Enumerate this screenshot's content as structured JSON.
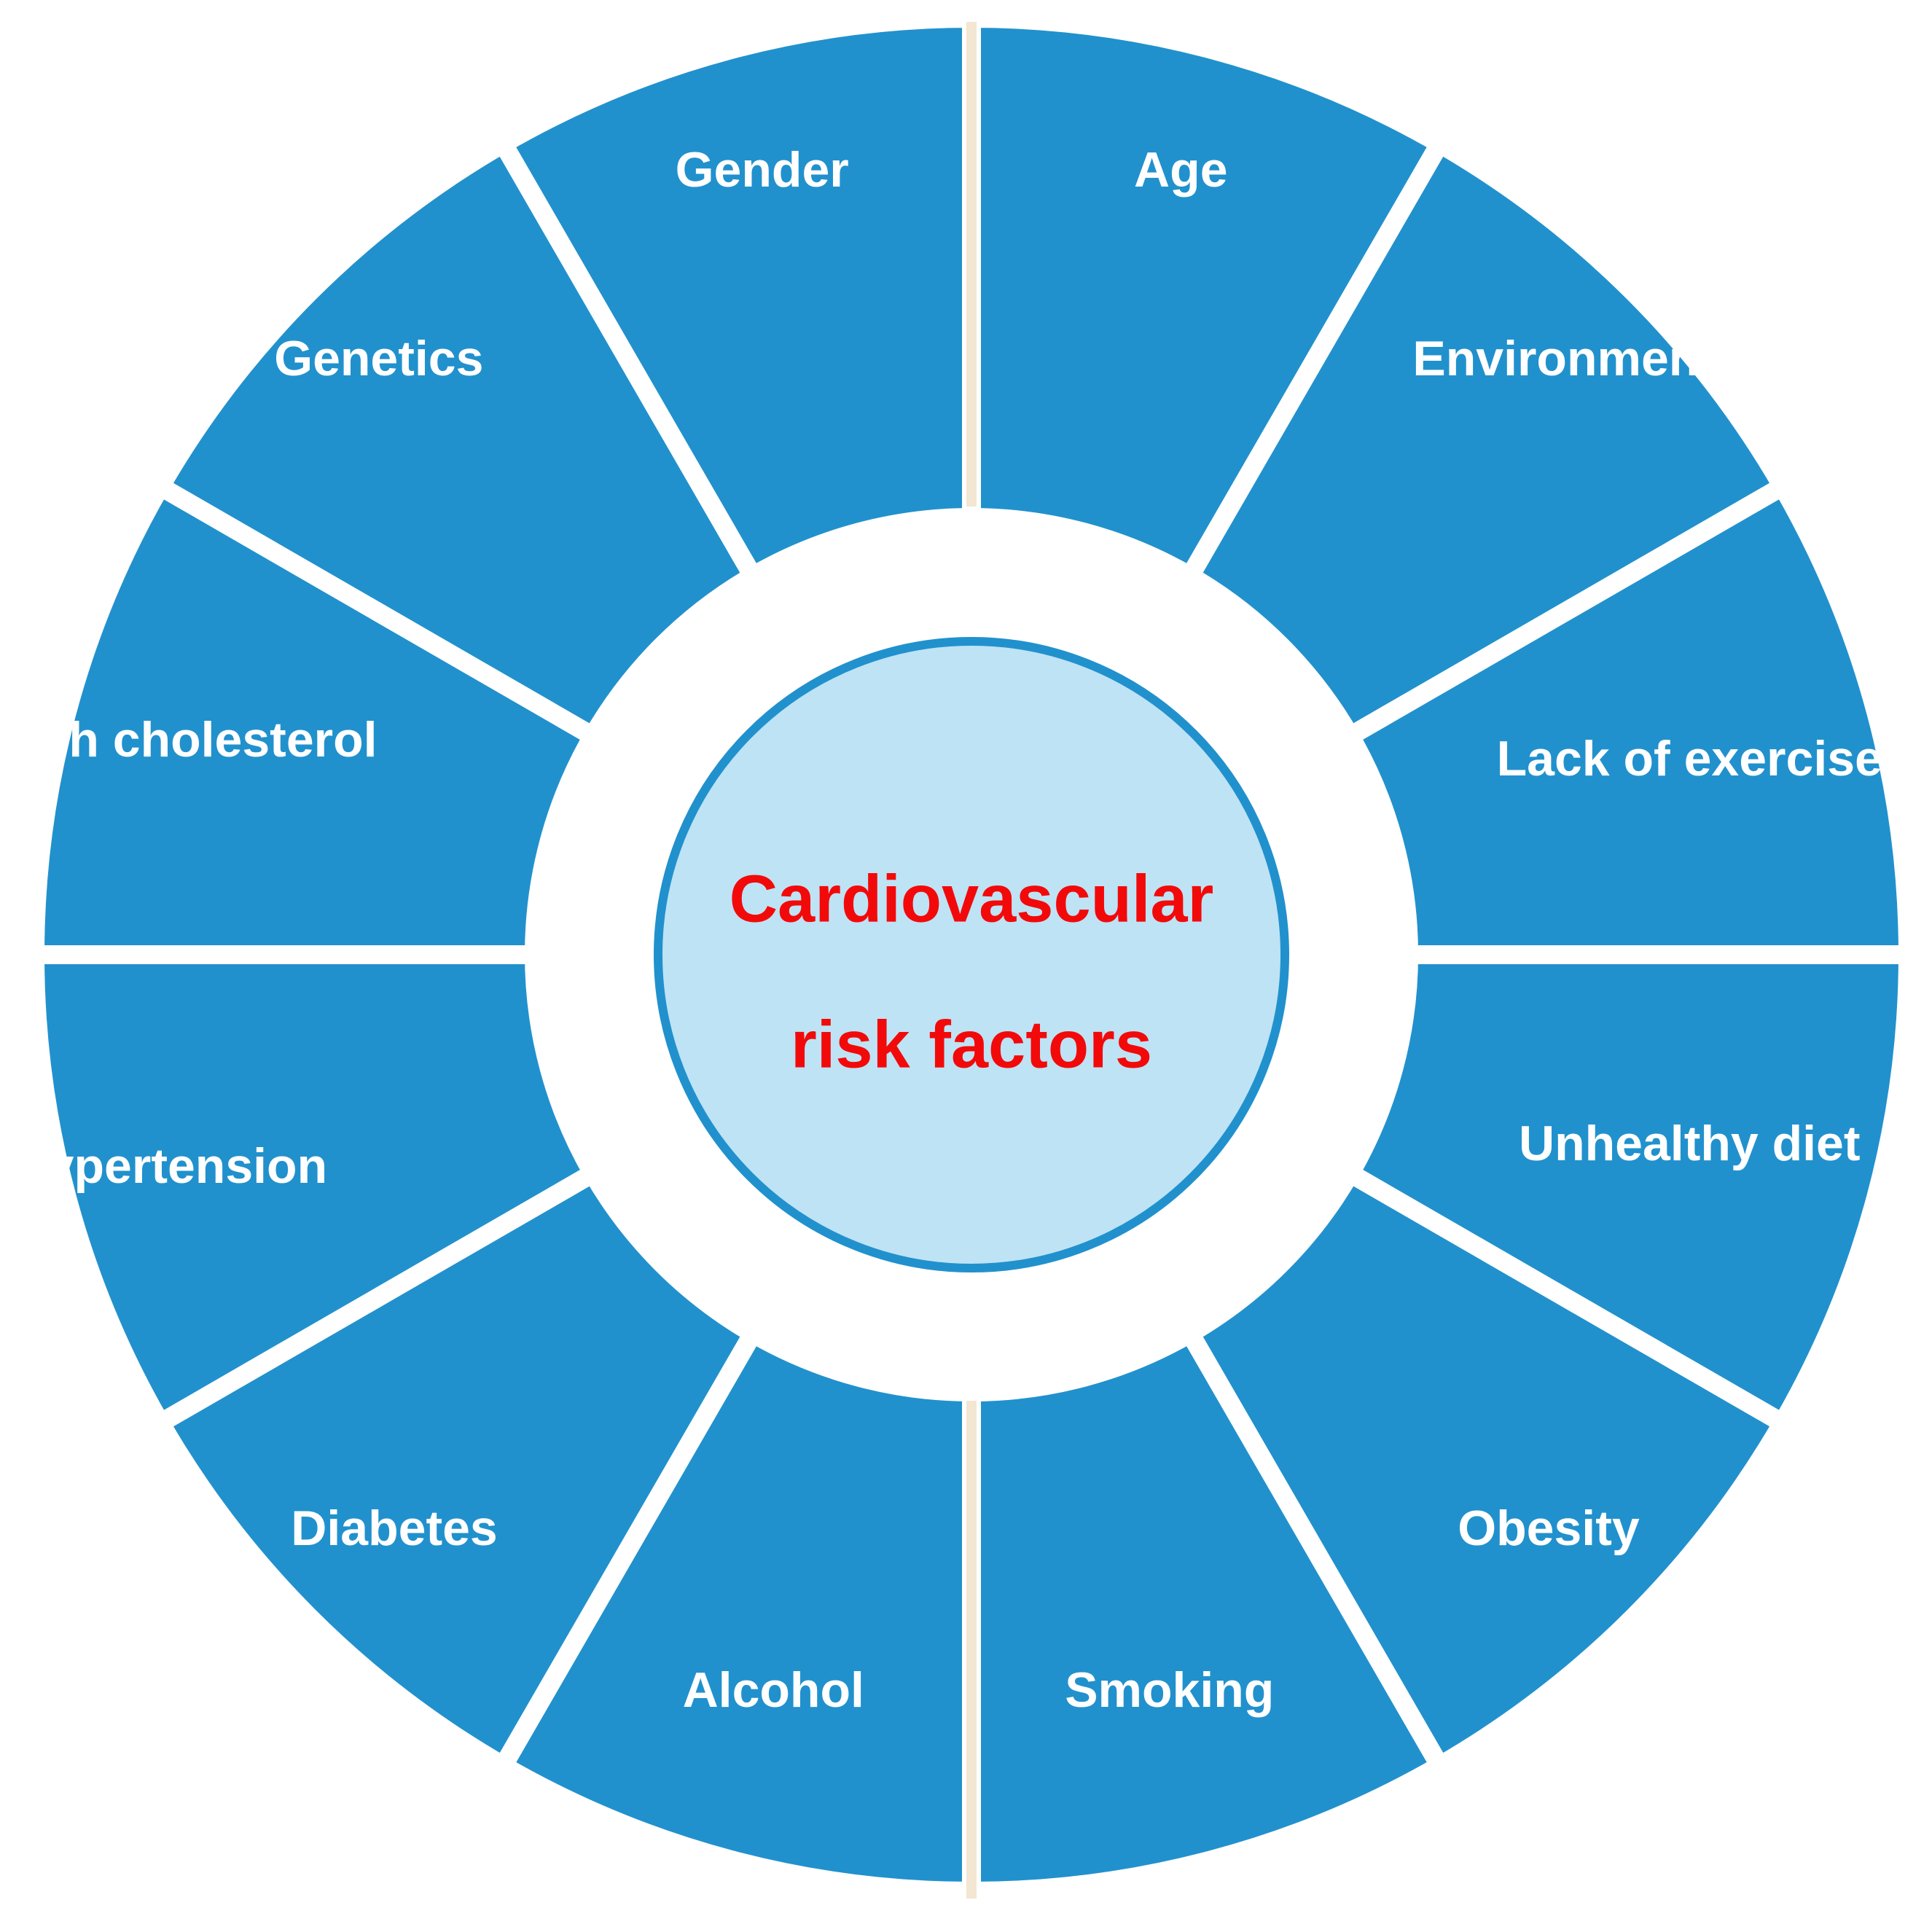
{
  "center": {
    "title_line1": "Cardiovascular",
    "title_line2": "risk factors"
  },
  "segments": [
    "Age",
    "Environment",
    "Lack of exercise",
    "Unhealthy diet",
    "Obesity",
    "Smoking",
    "Alcohol",
    "Diabetes",
    "Hypertension",
    "High cholesterol",
    "Genetics",
    "Gender"
  ],
  "colors": {
    "segment_fill": "#2191cd",
    "segment_text": "#ffffff",
    "hub_fill": "#bee3f5",
    "hub_border": "#2191cd",
    "title_text": "#f20a0a",
    "divider": "#ffffff",
    "vertical_divider": "#f3e6d2"
  }
}
